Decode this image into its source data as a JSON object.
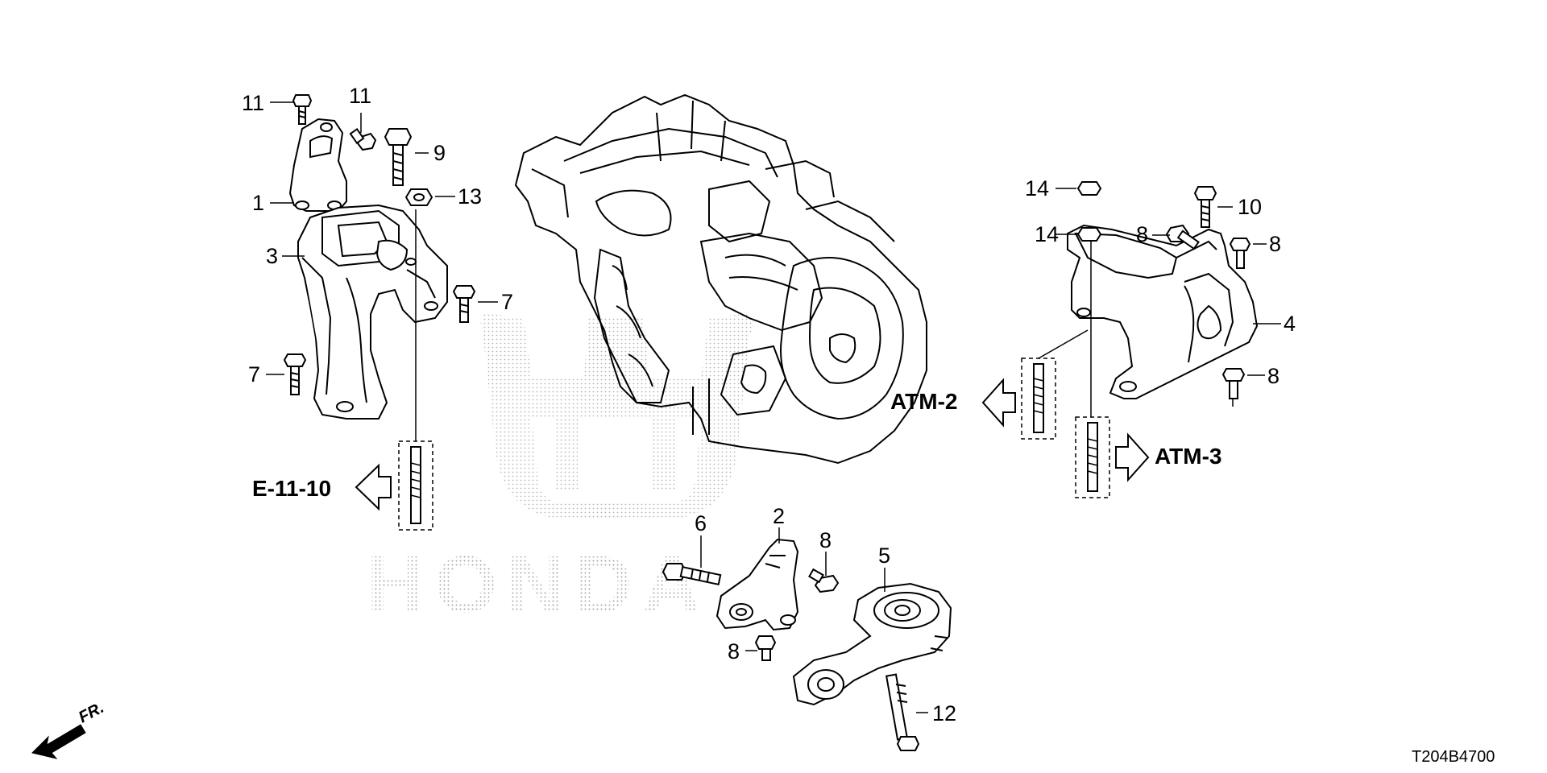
{
  "diagram": {
    "watermark": "HONDA",
    "diagram_code": "T204B4700",
    "front_indicator": "FR.",
    "refs": {
      "e_11_10": "E-11-10",
      "atm_2": "ATM-2",
      "atm_3": "ATM-3"
    },
    "callouts": {
      "p11a": "11",
      "p11b": "11",
      "p9": "9",
      "p13": "13",
      "p1": "1",
      "p3": "3",
      "p7a": "7",
      "p7b": "7",
      "p14a": "14",
      "p14b": "14",
      "p10": "10",
      "p8a": "8",
      "p8b": "8",
      "p4": "4",
      "p8c": "8",
      "p6": "6",
      "p2": "2",
      "p8d": "8",
      "p5": "5",
      "p8e": "8",
      "p12": "12"
    }
  }
}
